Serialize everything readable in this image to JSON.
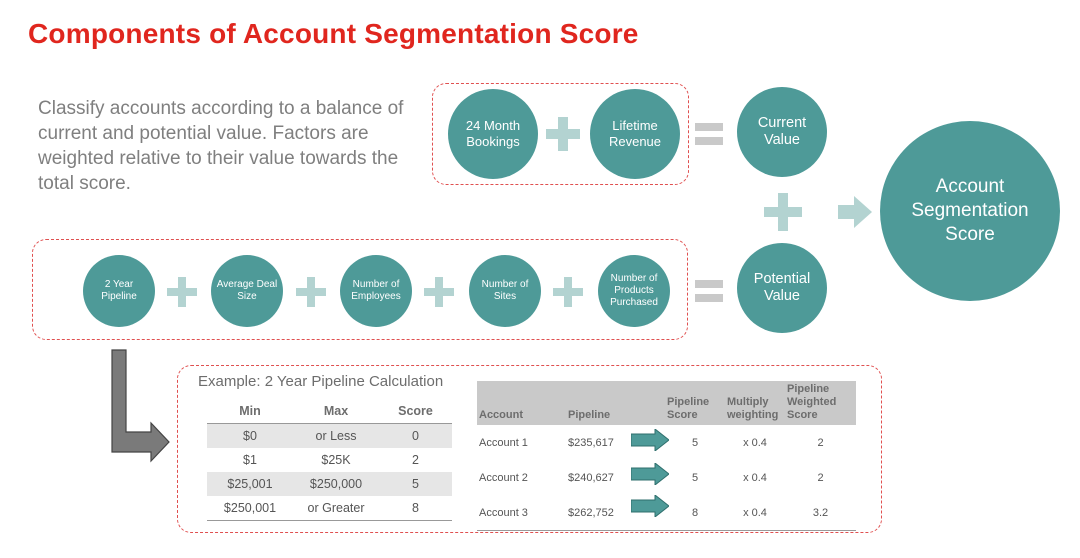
{
  "title": "Components of Account Segmentation Score",
  "intro": "Classify accounts according to a balance of current and potential value. Factors are weighted relative to their value towards the total score.",
  "current_factors": [
    "24 Month Bookings",
    "Lifetime Revenue"
  ],
  "current_value": "Current Value",
  "potential_factors": [
    "2 Year Pipeline",
    "Average Deal Size",
    "Number of Employees",
    "Number of Sites",
    "Number of Products Purchased"
  ],
  "potential_value": "Potential Value",
  "result": "Account Segmentation Score",
  "example": {
    "title": "Example:  2 Year Pipeline Calculation",
    "ranges": {
      "headers": [
        "Min",
        "Max",
        "Score"
      ],
      "rows": [
        [
          "$0",
          "or Less",
          "0"
        ],
        [
          "$1",
          "$25K",
          "2"
        ],
        [
          "$25,001",
          "$250,000",
          "5"
        ],
        [
          "$250,001",
          "or Greater",
          "8"
        ]
      ]
    },
    "accounts": {
      "headers": [
        "Account",
        "Pipeline",
        "Pipeline Score",
        "Multiply weighting",
        "Pipeline Weighted Score"
      ],
      "rows": [
        [
          "Account 1",
          "$235,617",
          "5",
          "x 0.4",
          "2"
        ],
        [
          "Account 2",
          "$240,627",
          "5",
          "x 0.4",
          "2"
        ],
        [
          "Account 3",
          "$262,752",
          "8",
          "x 0.4",
          "3.2"
        ]
      ]
    }
  },
  "colors": {
    "title": "#e0261e",
    "circle": "#4e9a98",
    "plus": "#b3d3d1",
    "equals": "#c9c9c9",
    "dashed_border": "#e05050"
  }
}
